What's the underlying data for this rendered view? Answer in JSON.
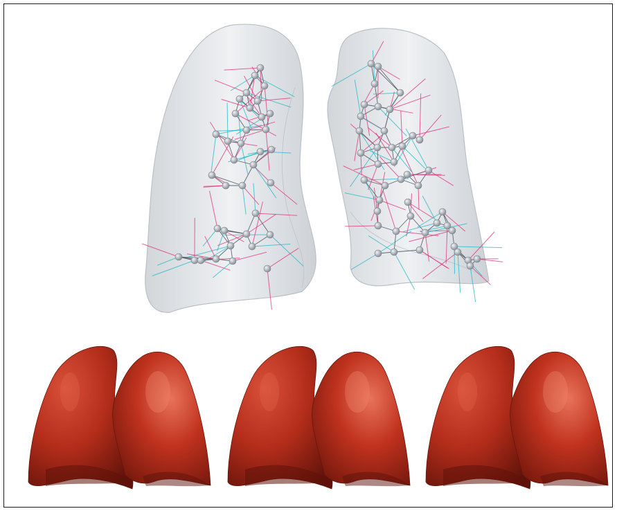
{
  "figure": {
    "panels": [
      {
        "name": "transparent-lung-with-graph",
        "caption": ""
      },
      {
        "name": "red-lung-render-1",
        "caption": ""
      },
      {
        "name": "red-lung-render-2",
        "caption": ""
      },
      {
        "name": "red-lung-render-3",
        "caption": ""
      }
    ]
  },
  "colors": {
    "frame": "#1a1a1a",
    "lung_transparent_fill": "#d9dcdf",
    "lung_transparent_edge": "#b7bcc2",
    "node": "#9aa3ab",
    "edge": "#5d6670",
    "vector_magenta": "#e0307a",
    "vector_cyan": "#23b6c9",
    "lung_red": "#c0321e",
    "lung_red_dark": "#7e1a0f",
    "lung_red_light": "#e0624a"
  }
}
